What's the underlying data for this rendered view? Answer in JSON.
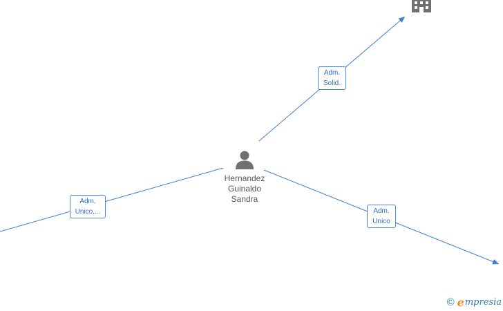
{
  "colors": {
    "edge": "#3a7fd4",
    "label_text": "#2f6fcf",
    "node_icon": "#707070",
    "node_text": "#555555",
    "brand_blue": "#2f7fa8",
    "brand_orange": "#f08a1c"
  },
  "person": {
    "icon": "person-icon",
    "name_lines": [
      "Hernandez",
      "Guinaldo",
      "Sandra"
    ]
  },
  "company": {
    "icon": "building-icon"
  },
  "edges": [
    {
      "label_lines": [
        "Adm.",
        "Solid."
      ],
      "target": "company"
    },
    {
      "label_lines": [
        "Adm.",
        "Unico,..."
      ],
      "target": "offscreen-left"
    },
    {
      "label_lines": [
        "Adm.",
        "Unico"
      ],
      "target": "offscreen-right"
    }
  ],
  "brand": {
    "copyright": "©",
    "logo_initial": "e",
    "logo_rest": "mpresia"
  }
}
